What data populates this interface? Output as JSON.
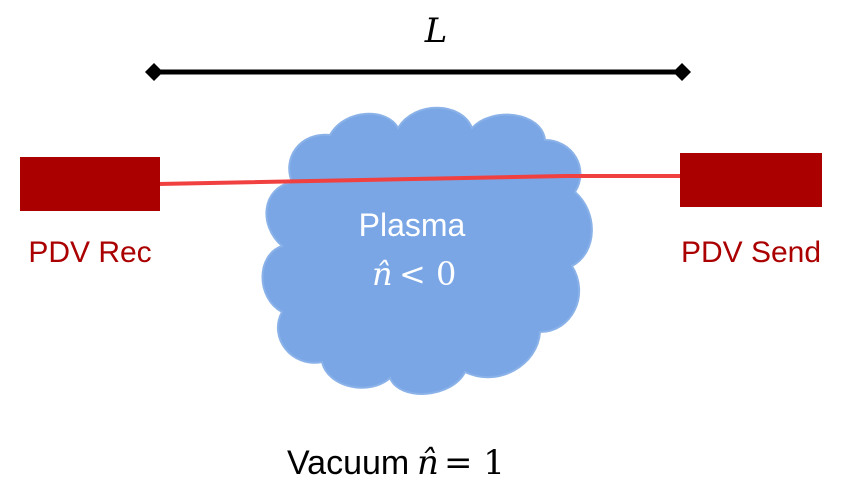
{
  "length_label": "L",
  "receiver": {
    "label": "PDV Rec",
    "color": "#aa0000"
  },
  "sender": {
    "label": "PDV Send",
    "color": "#aa0000"
  },
  "plasma": {
    "name": "Plasma",
    "n_symbol": "n̂",
    "relation": "< 0",
    "fill": "#7aa6e6",
    "stroke": "#8ab2e8"
  },
  "vacuum": {
    "name": "Vacuum",
    "n_symbol": "n̂",
    "relation": "= 1"
  },
  "colors": {
    "beam": "#f04040",
    "length_bar": "#000000"
  }
}
